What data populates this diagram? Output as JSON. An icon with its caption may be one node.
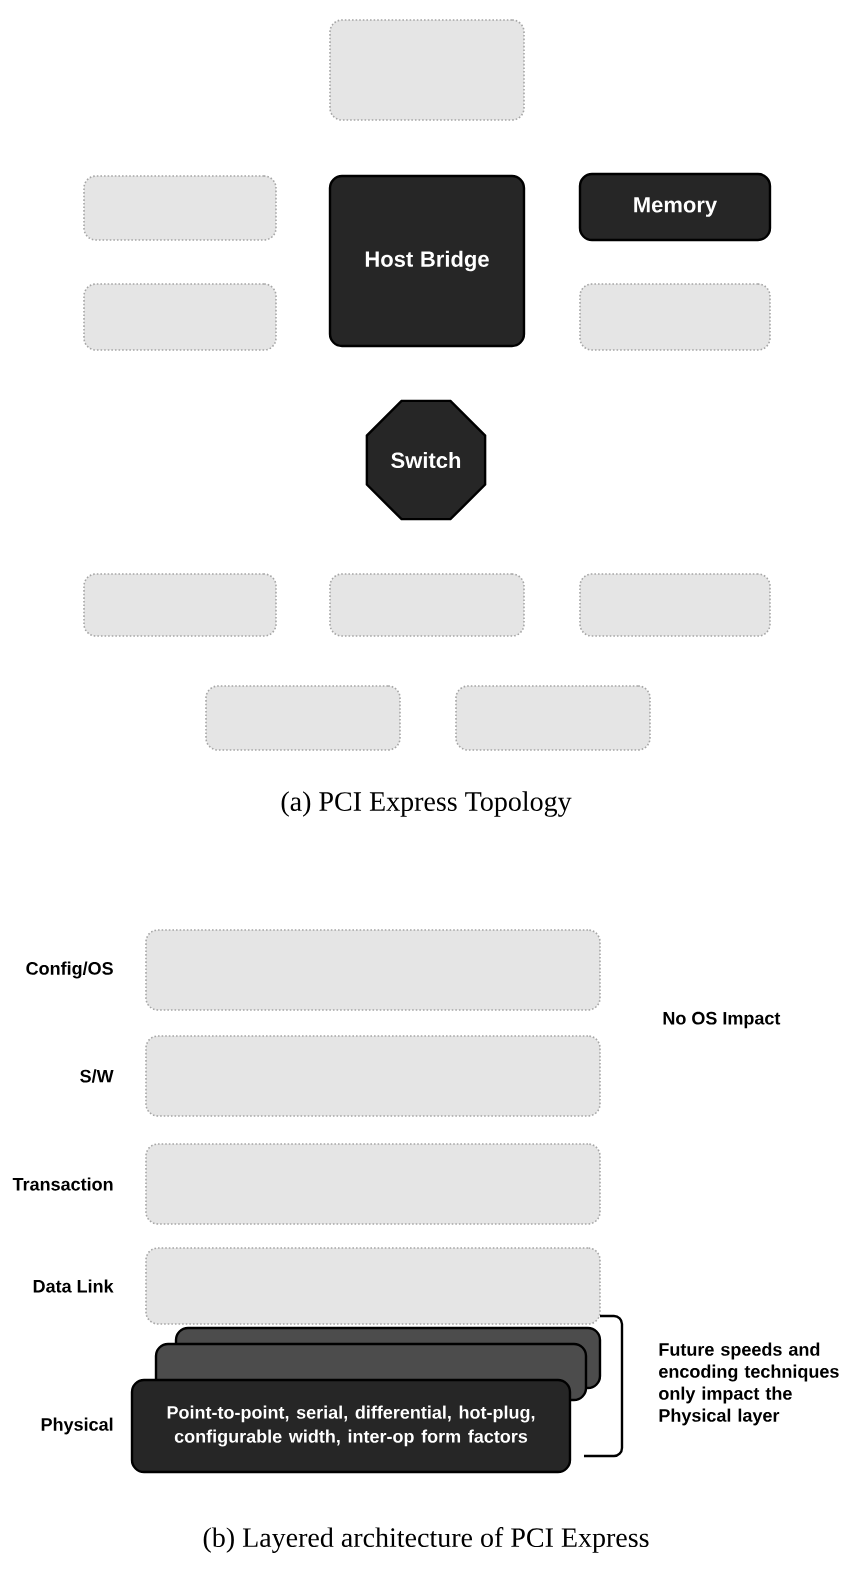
{
  "diagram": {
    "nodes": [
      {
        "text": [],
        "shape": "box"
      },
      {
        "text": [],
        "shape": "box"
      },
      {
        "text": [],
        "shape": "box"
      },
      {
        "text": [
          "Host Bridge"
        ]
      },
      {
        "text": [
          "Memory"
        ]
      },
      {
        "text": [],
        "shape": "box"
      },
      {
        "text": [
          "Switch"
        ]
      },
      {
        "text": [],
        "shape": "box"
      },
      {
        "text": [],
        "shape": "box"
      },
      {
        "text": [],
        "shape": "box"
      },
      {
        "text": [],
        "shape": "box"
      },
      {
        "text": [],
        "shape": "box"
      },
      {
        "text": [],
        "shape": "box",
        "beside": [
          "Config/OS"
        ]
      },
      {
        "text": [],
        "shape": "box",
        "beside": [
          "S/W"
        ]
      },
      {
        "text": [],
        "shape": "box",
        "beside": [
          "Transaction"
        ]
      },
      {
        "text": [],
        "shape": "box",
        "beside": [
          "Data Link"
        ]
      },
      {
        "text": [],
        "shape": "box"
      },
      {
        "text": [],
        "shape": "box"
      },
      {
        "text": [
          "Point-to-point, serial, differential, hot-plug, configurable width, inter-op form factors"
        ],
        "beside": [
          "Physical"
        ]
      }
    ],
    "labels": [
      "(a) PCI Express Topology",
      "No OS Impact",
      "Future speeds and encoding techniques only impact the Physical layer",
      "(b) Layered architecture of PCI Express"
    ]
  }
}
